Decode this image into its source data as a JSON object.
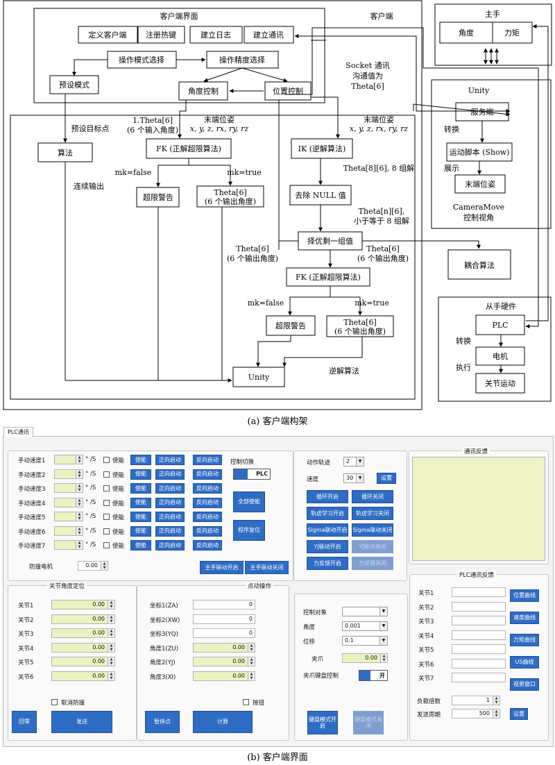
{
  "diagram": {
    "client_region": "客户端",
    "client_ui": "客户端界面",
    "btn_define": "定义客户端",
    "btn_hotkey": "注册热键",
    "btn_log": "建立日志",
    "btn_comm": "建立通讯",
    "op_mode": "操作模式选择",
    "op_precision": "操作精度选择",
    "preset_mode": "预设模式",
    "angle_ctrl": "角度控制",
    "pos_ctrl": "位置控制",
    "socket_line1": "Socket 通讯",
    "socket_line2": "沟通值为",
    "socket_line3": "Theta[6]",
    "master": "主手",
    "master_angle": "角度",
    "master_torque": "力矩",
    "unity_region": "Unity",
    "server": "服务端",
    "convert1": "转换",
    "motion_script": "运动脚本 (Show)",
    "display": "展示",
    "end_pose_u": "末端位姿",
    "cam_line1": "CameraMove",
    "cam_line2": "控制视角",
    "preset_target": "预设目标点",
    "algorithm": "算法",
    "continuous_out": "连续输出",
    "theta_in_line1": "1.Theta[6]",
    "theta_in_line2": "(6 个输入角度)",
    "end_pose_label": "末端位姿",
    "pose_vars": "x, y, z, rx, ry, rz",
    "fk1": "FK (正解超限算法)",
    "ik": "IK (逆解算法)",
    "mk_false1": "mk=false",
    "mk_true1": "mk=true",
    "warn1": "超限警告",
    "theta_out_box1_l1": "Theta[6]",
    "theta_out_box1_l2": "(6 个输出角度)",
    "theta8_label": "Theta[8][6], 8 组解",
    "remove_null": "去除 NULL 值",
    "thetan_l1": "Theta[n][6],",
    "thetan_l2": "小于等于 8 组解",
    "select_best": "择优剩一组值",
    "theta_out_lbl_a1": "Theta[6]",
    "theta_out_lbl_a2": "(6 个输出角度)",
    "theta_out_lbl_b1": "Theta[6]",
    "theta_out_lbl_b2": "(6 个输出角度)",
    "fk2": "FK (正解超限算法)",
    "mk_false2": "mk=false",
    "mk_true2": "mk=true",
    "warn2": "超限警告",
    "theta_out_box2_l1": "Theta[6]",
    "theta_out_box2_l2": "(6 个输出角度)",
    "unity_box": "Unity",
    "inverse_algo": "逆解算法",
    "coupling": "耦合算法",
    "slave_hw": "从手硬件",
    "plc": "PLC",
    "convert2": "转换",
    "motor": "电机",
    "execute": "执行",
    "joint_motion": "关节运动",
    "caption_a": "(a) 客户端构架"
  },
  "ui": {
    "tab": "PLC通讯",
    "manual_speed_rows": [
      {
        "label": "手动速度1"
      },
      {
        "label": "手动速度2"
      },
      {
        "label": "手动速度3"
      },
      {
        "label": "手动速度4"
      },
      {
        "label": "手动速度5"
      },
      {
        "label": "手动速度6"
      },
      {
        "label": "手动速度7"
      }
    ],
    "unit": "° /S",
    "enable_chk": "使能",
    "enable_btn": "使能",
    "fwd_btn": "正向启动",
    "rev_btn": "反向启动",
    "ctrl_switch": "控制切换",
    "plc_toggle": "PLC",
    "all_enable": "全部使能",
    "program_reset": "程序复位",
    "anti_collision_motor": "防撞电机",
    "anti_collision_value": "0.00",
    "master_link_on": "主手联动开启",
    "master_link_off": "主手联动关闭",
    "action_track": "动作轨迹",
    "action_track_value": "2",
    "speed": "速度",
    "speed_value": "30",
    "set_btn": "设置",
    "loop_on": "循环开启",
    "loop_off": "循环关闭",
    "learn_on": "轨迹学习开启",
    "learn_off": "轨迹学习关闭",
    "sigma_on": "Sigma联动开启",
    "sigma_off": "Sigma联动关闭",
    "yj_on": "YJ联动开启",
    "yj_off": "YJ联动关闭",
    "force_on": "力反馈开启",
    "force_off": "力反馈关闭",
    "comm_feedback": "通讯反馈",
    "joint_pos_title": "关节角度定位",
    "joint_rows": [
      {
        "label": "关节1",
        "value": "0.00"
      },
      {
        "label": "关节2",
        "value": "0.00"
      },
      {
        "label": "关节3",
        "value": "0.00"
      },
      {
        "label": "关节4",
        "value": "0.00"
      },
      {
        "label": "关节5",
        "value": "0.00"
      },
      {
        "label": "关节6",
        "value": "0.00"
      }
    ],
    "cancel_anti": "取消防撞",
    "home_btn": "回零",
    "send_btn": "发送",
    "point_op_title": "点动操作",
    "coord_rows": [
      {
        "label": "坐标1(ZA)",
        "value": "0"
      },
      {
        "label": "坐标2(XW)",
        "value": "0"
      },
      {
        "label": "坐标3(YQ)",
        "value": "0"
      }
    ],
    "angle_rows": [
      {
        "label": "角度1(ZU)",
        "value": "0.00"
      },
      {
        "label": "角度2(YJ)",
        "value": "0.00"
      },
      {
        "label": "角度3(XI)",
        "value": "0.00"
      }
    ],
    "button_chk": "按钮",
    "pause_btn": "暂停点",
    "calc_btn": "计算",
    "ctrl_obj": "控制对象",
    "angle": "角度",
    "angle_value": "0.001",
    "disp": "位移",
    "disp_value": "0.1",
    "gripper": "夹爪",
    "gripper_value": "0.00",
    "gripper_kb": "夹爪键盘控制",
    "gripper_toggle": "开",
    "kb_on": "键盘模式开启",
    "kb_off": "键盘模式关闭",
    "plc_feedback": "PLC通讯反馈",
    "fb_rows": [
      {
        "label": "关节1"
      },
      {
        "label": "关节2"
      },
      {
        "label": "关节3"
      },
      {
        "label": "关节4"
      },
      {
        "label": "关节5"
      },
      {
        "label": "关节6"
      },
      {
        "label": "关节7"
      }
    ],
    "pos_curve": "位置曲线",
    "vel_curve": "速度曲线",
    "torque_curve": "力矩曲线",
    "us_curve": "US曲线",
    "view_window": "视景窗口",
    "load_mult": "负载倍数",
    "load_value": "1",
    "send_period": "发送周期",
    "send_value": "500",
    "settings_btn": "设置"
  },
  "caption_b": "(b) 客户端界面"
}
